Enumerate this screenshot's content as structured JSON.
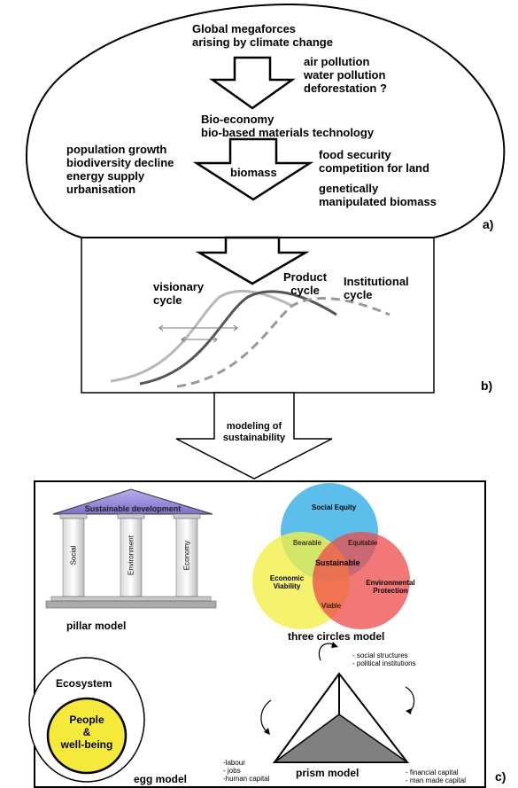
{
  "panel_a": {
    "megaforces": [
      "Global megaforces",
      "arising by climate  change"
    ],
    "pollution": [
      "air pollution",
      "water pollution",
      "deforestation ?"
    ],
    "bioeconomy": [
      "Bio-economy",
      "bio-based  materials technology"
    ],
    "left_list": [
      "population growth",
      "biodiversity decline",
      "energy supply",
      "urbanisation"
    ],
    "biomass": "biomass",
    "right_list": [
      "food security",
      "competition  for land"
    ],
    "gm": [
      "genetically",
      "manipulated biomass"
    ],
    "label": "a)"
  },
  "panel_b": {
    "visionary": [
      "visionary",
      "cycle"
    ],
    "product": [
      "Product",
      "cycle"
    ],
    "institutional": [
      "Institutional",
      "cycle"
    ],
    "label": "b)"
  },
  "arrow_text": [
    "modeling of",
    "sustainability"
  ],
  "panel_c": {
    "pillar": {
      "roof": "Sustainable development",
      "columns": [
        "Social",
        "Environment",
        "Economy"
      ],
      "caption": "pillar model"
    },
    "circles": {
      "social": "Social Equity",
      "economic": [
        "Economic",
        "Viability"
      ],
      "environmental": [
        "Environmental",
        "Protection"
      ],
      "bearable": "Bearable",
      "equitable": "Equitable",
      "viable": "Viable",
      "center": "Sustainable",
      "caption": "three circles  model"
    },
    "egg": {
      "outer": "Ecosystem",
      "inner": [
        "People",
        "&",
        "well-being"
      ],
      "caption": "egg model"
    },
    "prism": {
      "top": [
        "- social structures",
        "- political institutions"
      ],
      "left": [
        "-labour",
        "- jobs",
        "-human capital"
      ],
      "right": [
        "- financial capital",
        "- man made capital"
      ],
      "caption": "prism model"
    },
    "label": "c)"
  },
  "colors": {
    "social_circle": "#3fb3e6",
    "economic_circle": "#f2f04a",
    "environmental_circle": "#ee4a4a",
    "egg_inner": "#f5e93a",
    "prism_base": "#808080",
    "pillar_roof": "#9a8ed6"
  }
}
